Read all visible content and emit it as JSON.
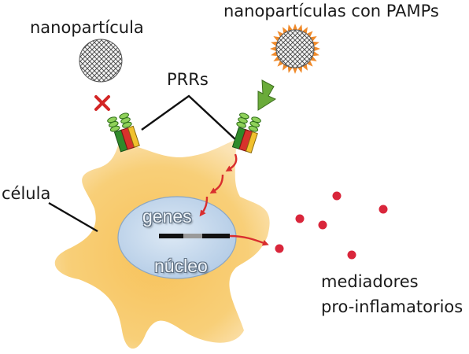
{
  "labels": {
    "nanoparticle": "nanopartícula",
    "nanoparticles_pamps": "nanopartículas con PAMPs",
    "prrs": "PRRs",
    "cell": "célula",
    "genes": "genes",
    "nucleus": "núcleo",
    "mediators_line1": "mediadores",
    "mediators_line2": "pro-inflamatorios"
  },
  "colors": {
    "cell_fill": "#f7c766",
    "nucleus_fill": "#c8dbef",
    "receptor_green": "#2f8a2a",
    "receptor_red": "#d8322c",
    "receptor_yellow": "#f2c12e",
    "signal_arrow": "#d92e2e",
    "pamp_spikes": "#f08a2a",
    "cross_mark": "#d32525",
    "incoming_arrow": "#6aab3a",
    "mediator_dots": "#d9263b"
  },
  "icons": {
    "blocked_binding": "x-mark-icon",
    "pamp_approach": "down-arrow-icon"
  }
}
